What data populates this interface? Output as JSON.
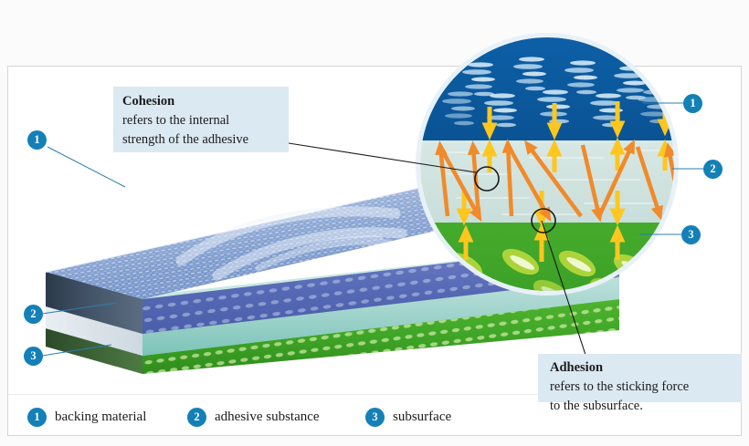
{
  "figure": {
    "title_internal": "Cohesion and adhesion in adhesive tape layers",
    "background_color": "#fbfbfb",
    "frame_border_color": "#d6d6d6"
  },
  "callouts": {
    "cohesion": {
      "title": "Cohesion",
      "line1": "refers to the internal",
      "line2": "strength of the adhesive",
      "background_color": "#dbe9f3"
    },
    "adhesion": {
      "title": "Adhesion",
      "line1": "refers to the sticking force",
      "line2": "to the subsurface.",
      "background_color": "#dbe9f3"
    }
  },
  "legend": {
    "items": [
      {
        "number": "1",
        "label": "backing material"
      },
      {
        "number": "2",
        "label": "adhesive substance"
      },
      {
        "number": "3",
        "label": "subsurface"
      }
    ],
    "badge_color": "#1380b8"
  },
  "callout_markers": {
    "left_block": [
      {
        "number": "1"
      },
      {
        "number": "2"
      },
      {
        "number": "3"
      }
    ],
    "magnifier": [
      {
        "number": "1"
      },
      {
        "number": "2"
      },
      {
        "number": "3"
      }
    ]
  },
  "layers": {
    "backing": {
      "name": "backing material",
      "color": "#0d5fa6"
    },
    "adhesive": {
      "name": "adhesive substance",
      "color": "#cfe2de"
    },
    "subsurface": {
      "name": "subsurface",
      "color": "#3da528"
    }
  },
  "force_arrows": {
    "adhesion_color": "#ffc61e",
    "cohesion_color": "#f08a2a",
    "adhesion_description": "straight vertical yellow arrows crossing layer boundaries",
    "cohesion_description": "orange zigzag arrows inside the adhesive layer"
  }
}
